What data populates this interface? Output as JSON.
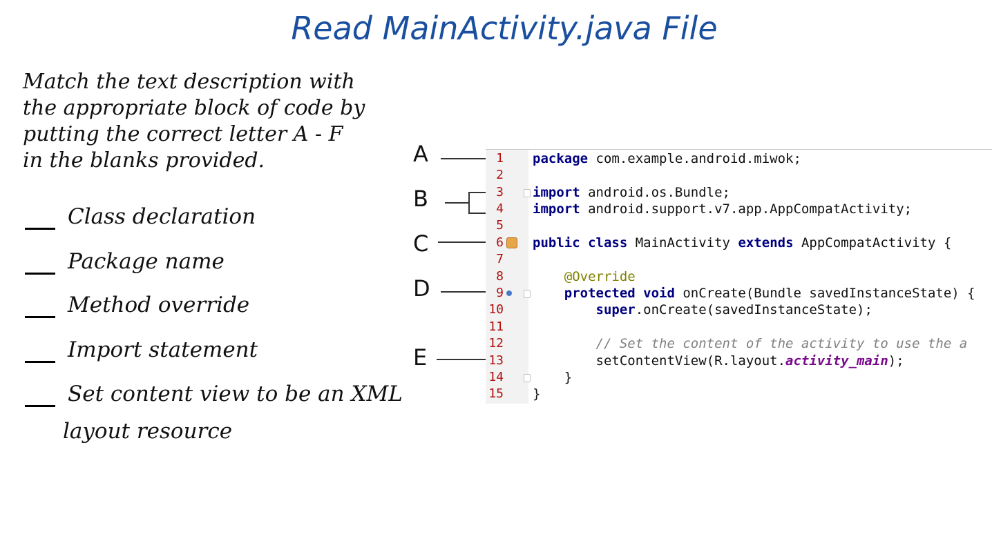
{
  "title": "Read MainActivity.java File",
  "instructions": "Match the text description with the appropriate block of code by putting the correct letter A - F in the blanks provided.",
  "items": [
    {
      "label": "Class declaration"
    },
    {
      "label": "Package name"
    },
    {
      "label": "Method override"
    },
    {
      "label": "Import statement"
    },
    {
      "label": "Set content view to be an XML"
    }
  ],
  "item_continuation": "layout resource",
  "markers": [
    "A",
    "B",
    "C",
    "D",
    "E"
  ],
  "code_lines": [
    {
      "n": "1",
      "text": "package com.example.android.miwok;"
    },
    {
      "n": "2",
      "text": ""
    },
    {
      "n": "3",
      "text": "import android.os.Bundle;"
    },
    {
      "n": "4",
      "text": "import android.support.v7.app.AppCompatActivity;"
    },
    {
      "n": "5",
      "text": ""
    },
    {
      "n": "6",
      "text": "public class MainActivity extends AppCompatActivity {"
    },
    {
      "n": "7",
      "text": ""
    },
    {
      "n": "8",
      "text": "    @Override"
    },
    {
      "n": "9",
      "text": "    protected void onCreate(Bundle savedInstanceState) {"
    },
    {
      "n": "10",
      "text": "        super.onCreate(savedInstanceState);"
    },
    {
      "n": "11",
      "text": ""
    },
    {
      "n": "12",
      "text": "        // Set the content of the activity to use the a"
    },
    {
      "n": "13",
      "text": "        setContentView(R.layout.activity_main);"
    },
    {
      "n": "14",
      "text": "    }"
    },
    {
      "n": "15",
      "text": "}"
    }
  ],
  "icons": {
    "line6": "class-icon",
    "line9": "override-icon"
  }
}
